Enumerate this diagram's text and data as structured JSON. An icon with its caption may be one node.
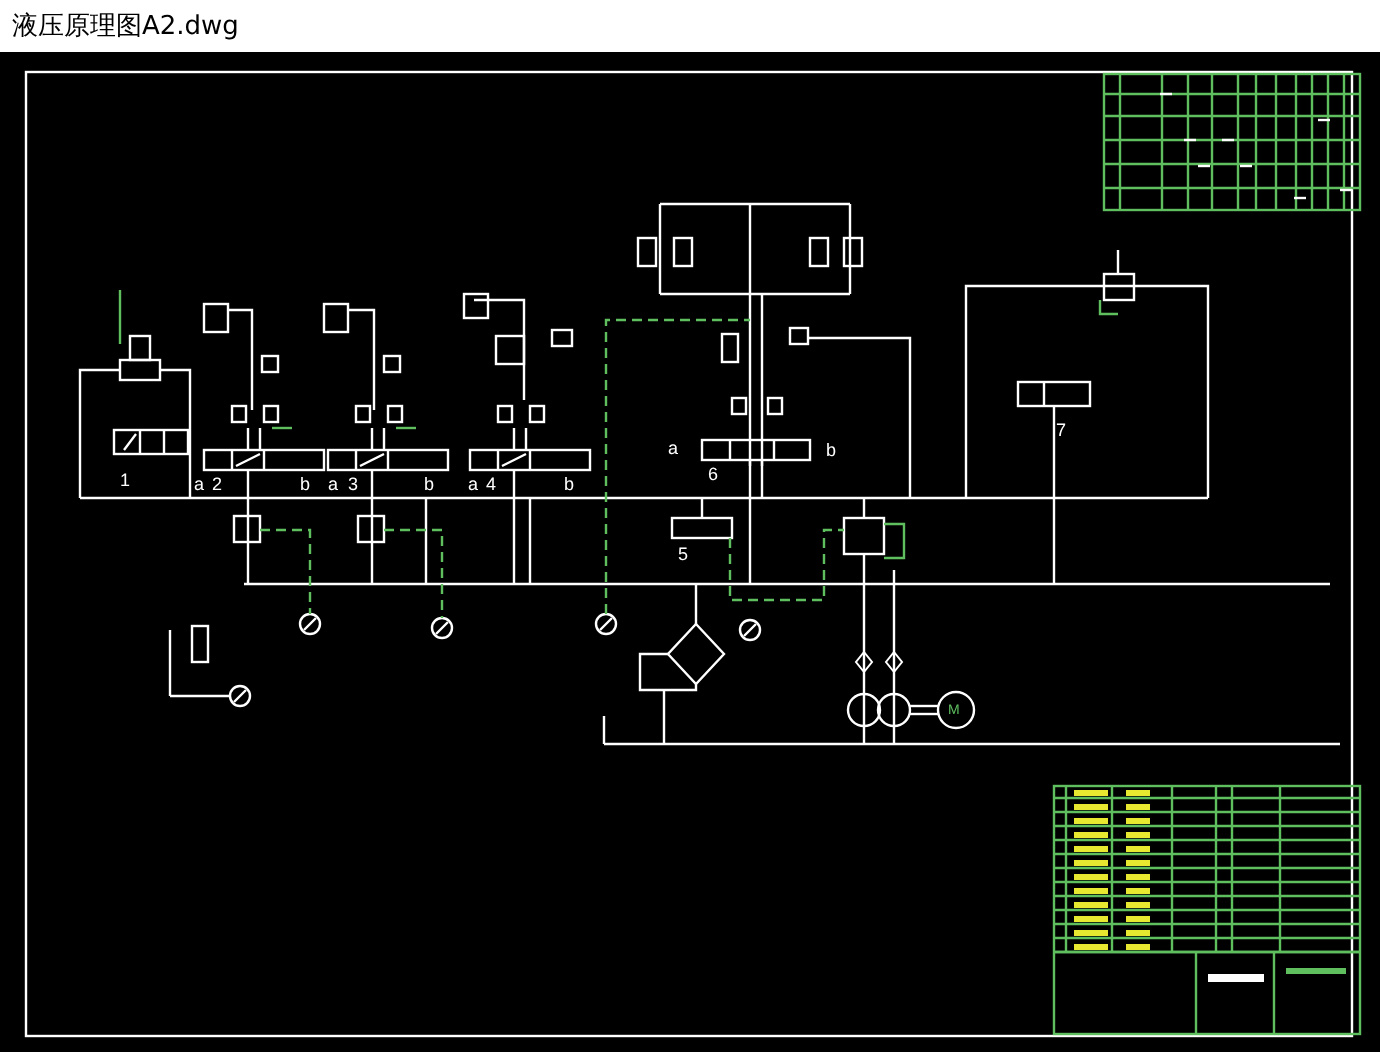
{
  "diagram": {
    "title": "液压原理图A2.dwg",
    "labels": [
      "1",
      "a",
      "2",
      "b",
      "a",
      "3",
      "b",
      "a",
      "4",
      "b",
      "a",
      "6",
      "b",
      "5",
      "7",
      "M"
    ]
  }
}
